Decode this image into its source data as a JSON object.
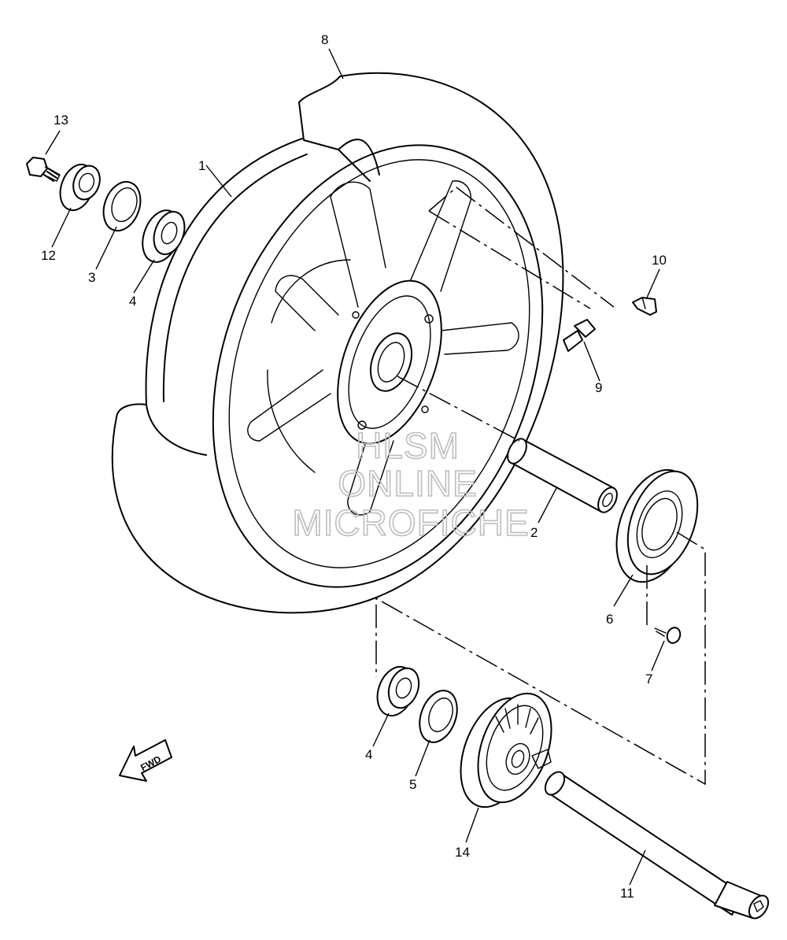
{
  "callouts": [
    {
      "id": "1",
      "label": "1"
    },
    {
      "id": "2",
      "label": "2"
    },
    {
      "id": "3",
      "label": "3"
    },
    {
      "id": "4a",
      "label": "4"
    },
    {
      "id": "4b",
      "label": "4"
    },
    {
      "id": "5",
      "label": "5"
    },
    {
      "id": "6",
      "label": "6"
    },
    {
      "id": "7",
      "label": "7"
    },
    {
      "id": "8",
      "label": "8"
    },
    {
      "id": "9",
      "label": "9"
    },
    {
      "id": "10",
      "label": "10"
    },
    {
      "id": "11",
      "label": "11"
    },
    {
      "id": "12",
      "label": "12"
    },
    {
      "id": "13",
      "label": "13"
    },
    {
      "id": "14",
      "label": "14"
    }
  ],
  "fwd_label": "FWD",
  "watermark": {
    "line1": "HLSM",
    "line2": "ONLINE",
    "line3": "MICROFICHE",
    "color": "#bdbdbd"
  },
  "colors": {
    "line": "#000000",
    "background": "#ffffff"
  }
}
